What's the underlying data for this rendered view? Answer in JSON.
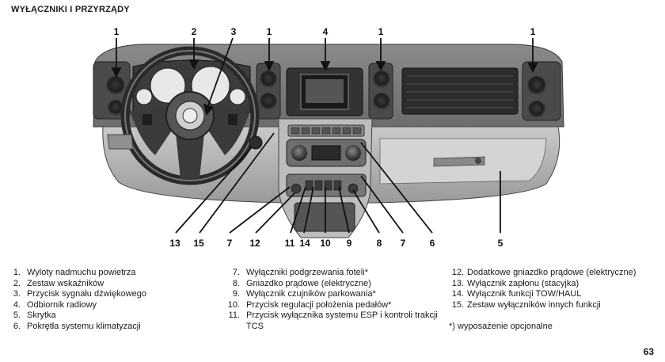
{
  "page": {
    "title": "WYŁĄCZNIKI I PRZYRZĄDY",
    "number": "63"
  },
  "figure": {
    "top_callouts": [
      "1",
      "2",
      "3",
      "1",
      "4",
      "1",
      "1"
    ],
    "bottom_callouts": [
      "13",
      "15",
      "7",
      "12",
      "11",
      "14",
      "10",
      "9",
      "8",
      "7",
      "6",
      "5"
    ]
  },
  "legend": {
    "column1": [
      {
        "num": "1.",
        "text": "Wyloty nadmuchu powietrza"
      },
      {
        "num": "2.",
        "text": "Zestaw wskaźników"
      },
      {
        "num": "3.",
        "text": "Przycisk sygnału dźwiękowego"
      },
      {
        "num": "4.",
        "text": "Odbiornik radiowy"
      },
      {
        "num": "5.",
        "text": "Skrytka"
      },
      {
        "num": "6.",
        "text": "Pokrętła systemu klimatyzacji"
      }
    ],
    "column2": [
      {
        "num": "7.",
        "text": "Wyłączniki podgrzewania foteli*"
      },
      {
        "num": "8.",
        "text": "Gniazdko prądowe (elektryczne)"
      },
      {
        "num": "9.",
        "text": "Wyłącznik czujników parkowania*"
      },
      {
        "num": "10.",
        "text": "Przycisk regulacji położenia pedałów*"
      },
      {
        "num": "11.",
        "text": "Przycisk wyłącznika systemu ESP i kontroli trakcji TCS"
      }
    ],
    "column3": [
      {
        "num": "12.",
        "text": "Dodatkowe gniazdko prądowe (elektryczne)"
      },
      {
        "num": "13.",
        "text": "Wyłącznik zapłonu (stacyjka)"
      },
      {
        "num": "14.",
        "text": "Wyłącznik funkcji TOW/HAUL"
      },
      {
        "num": "15.",
        "text": "Zestaw wyłączników innych funkcji"
      }
    ],
    "note": "*) wyposażenie opcjonalne"
  }
}
